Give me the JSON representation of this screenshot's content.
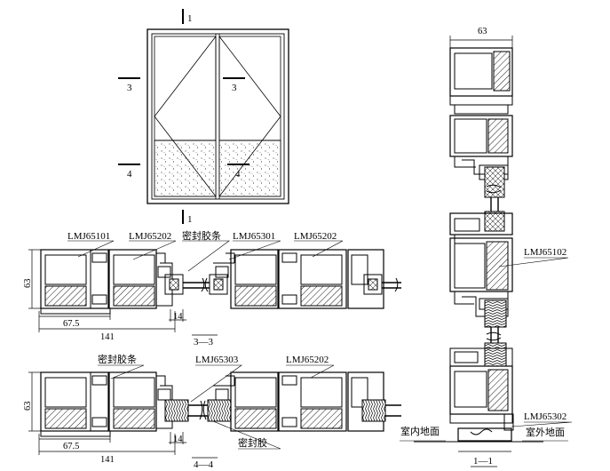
{
  "elevation": {
    "cut_marks": [
      "1",
      "1",
      "3",
      "3",
      "4",
      "4"
    ]
  },
  "section_3_3": {
    "title": "3—3",
    "labels": [
      "LMJ65101",
      "LMJ65202",
      "密封胶条",
      "LMJ65301",
      "LMJ65202"
    ],
    "dims": {
      "height": "63",
      "inner_width": "67.5",
      "total_width": "141",
      "gap": "14"
    }
  },
  "section_4_4": {
    "title": "4—4",
    "labels": [
      "密封胶条",
      "LMJ65303",
      "LMJ65202",
      "密封胶"
    ],
    "dims": {
      "height": "63",
      "inner_width": "67.5",
      "total_width": "141",
      "gap": "14"
    }
  },
  "section_1_1": {
    "title": "1—1",
    "labels": [
      "LMJ65102",
      "LMJ65302",
      "室内地面",
      "室外地面"
    ],
    "dims": {
      "width": "63"
    }
  }
}
